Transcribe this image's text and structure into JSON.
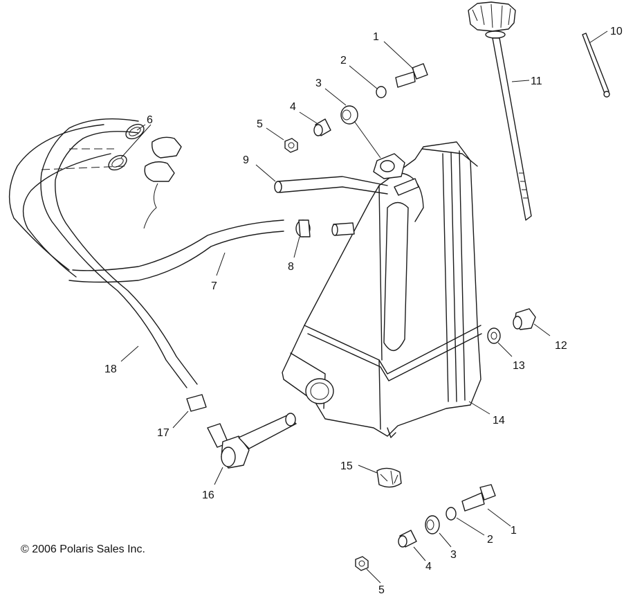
{
  "copyright": "© 2006 Polaris Sales Inc.",
  "callouts": [
    "1",
    "2",
    "3",
    "4",
    "5",
    "6",
    "7",
    "8",
    "9",
    "10",
    "11",
    "12",
    "13",
    "14",
    "15",
    "16",
    "17",
    "18",
    "1",
    "2",
    "3",
    "4",
    "5"
  ]
}
